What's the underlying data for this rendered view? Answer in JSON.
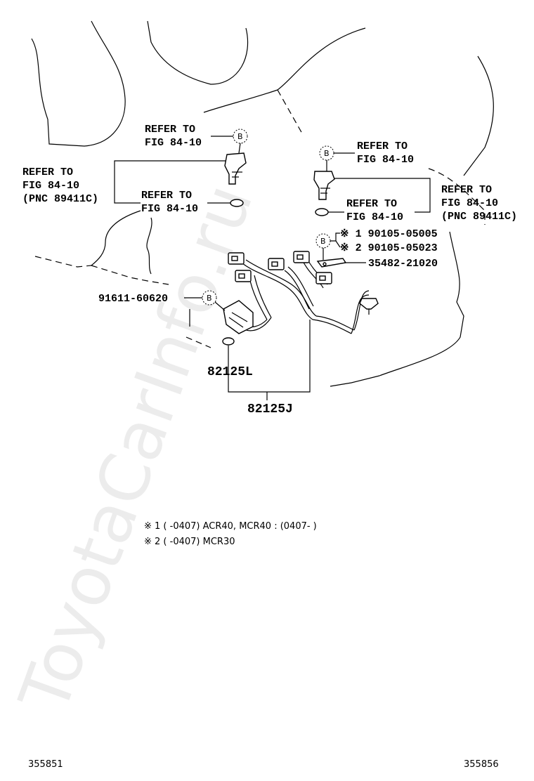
{
  "watermark": "ToyotaCarInfo.ru",
  "marker_letter": "B",
  "labels": {
    "refer_top_left": [
      "REFER TO",
      "FIG 84-10"
    ],
    "refer_left": [
      "REFER TO",
      "FIG 84-10",
      "(PNC 89411C)"
    ],
    "refer_mid_left": [
      "REFER TO",
      "FIG 84-10"
    ],
    "refer_top_right": [
      "REFER TO",
      "FIG 84-10"
    ],
    "refer_right": [
      "REFER TO",
      "FIG 84-10",
      "(PNC 89411C)"
    ],
    "refer_mid_right": [
      "REFER TO",
      "FIG 84-10"
    ]
  },
  "part_numbers": {
    "bolt_1": "※ 1 90105-05005",
    "bolt_2": "※ 2 90105-05023",
    "bracket": "35482-21020",
    "clamp": "91611-60620",
    "harness_l": "82125L",
    "harness_j": "82125J"
  },
  "notes": [
    "※ 1 (    -0407) ACR40, MCR40 : (0407-     )",
    "※ 2 (    -0407) MCR30"
  ],
  "illustration_ids": {
    "left": "355851",
    "right": "355856"
  }
}
